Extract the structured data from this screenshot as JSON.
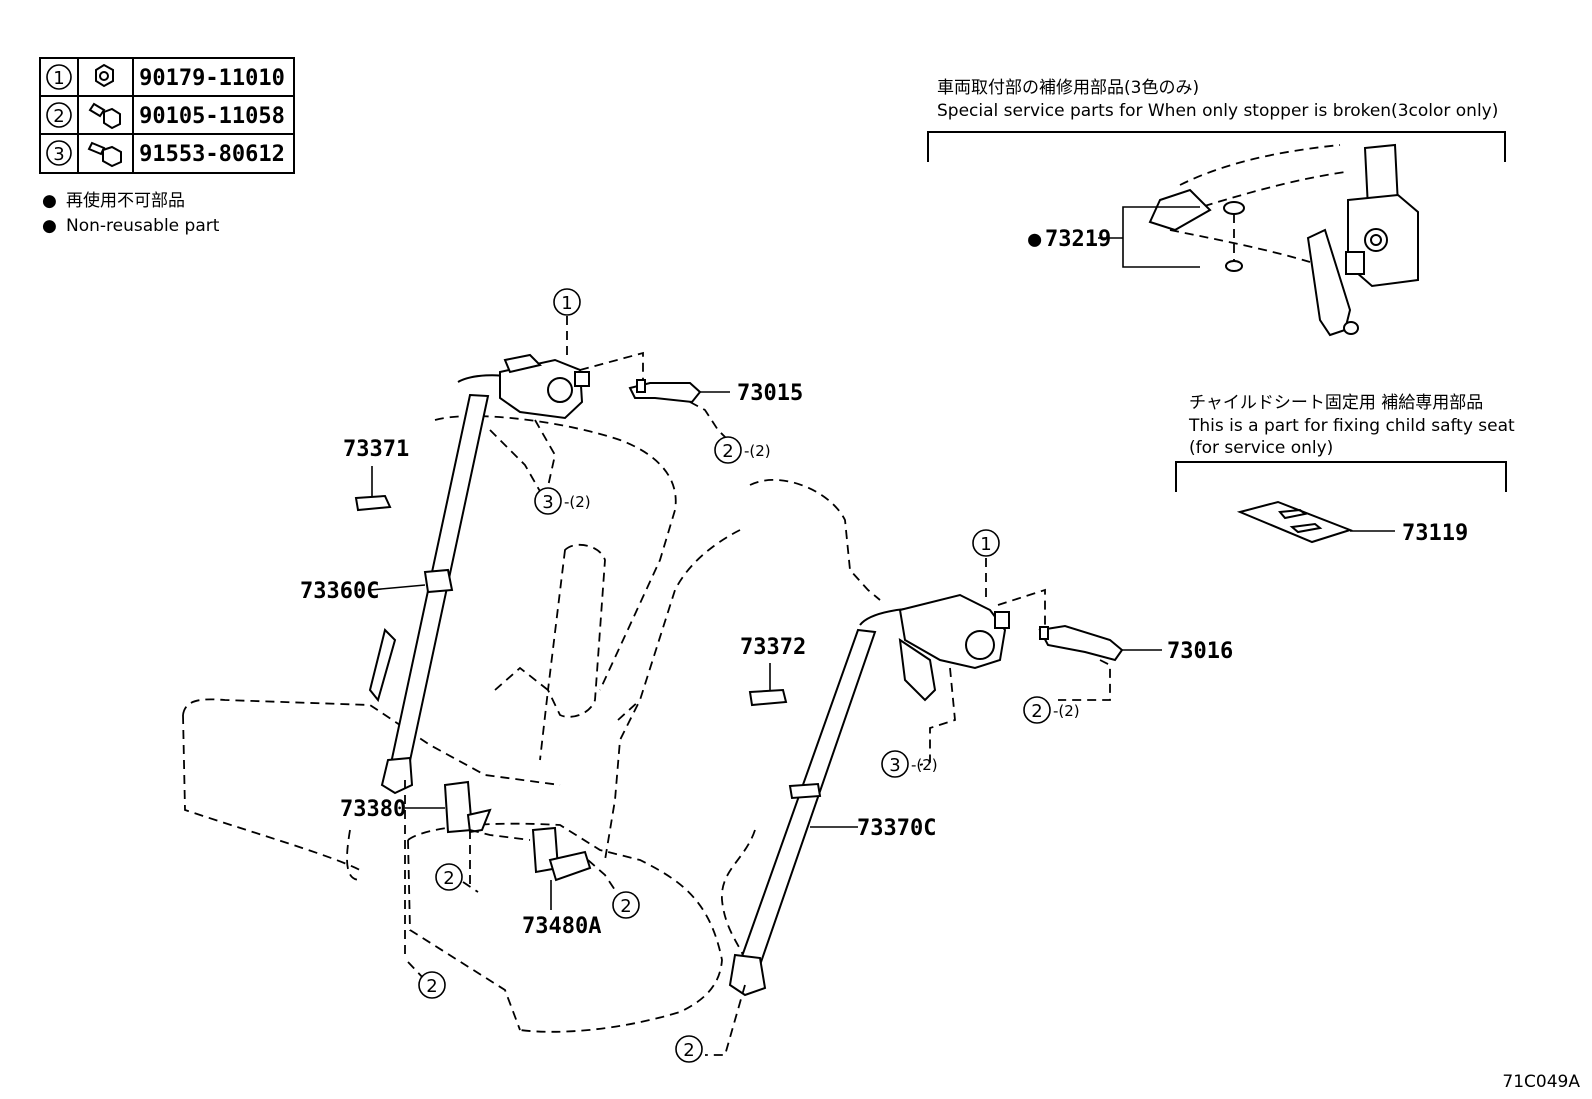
{
  "fastener_table": [
    {
      "ref": "1",
      "part_no": "90179-11010"
    },
    {
      "ref": "2",
      "part_no": "90105-11058"
    },
    {
      "ref": "3",
      "part_no": "91553-80612"
    }
  ],
  "legend": {
    "marker": "●",
    "text_jp": "再使用不可部品",
    "text_en": "Non-reusable part"
  },
  "notes": {
    "stopper_jp": "車両取付部の補修用部品(3色のみ)",
    "stopper_en": "Special service parts for When only stopper is broken(3color only)",
    "child_jp": "チャイルドシート固定用 補給専用部品",
    "child_en1": "This is a part for fixing child safty seat",
    "child_en2": "(for service only)"
  },
  "callouts": {
    "p73015": "73015",
    "p73016": "73016",
    "p73371": "73371",
    "p73372": "73372",
    "p73360C": "73360C",
    "p73370C": "73370C",
    "p73380": "73380",
    "p73480A": "73480A",
    "p73219": "73219",
    "p73219_marker": "●",
    "p73119": "73119"
  },
  "refs": {
    "one": "1",
    "two": "2",
    "three": "3",
    "qty2": "-(2)"
  },
  "diagram_code": "71C049A"
}
